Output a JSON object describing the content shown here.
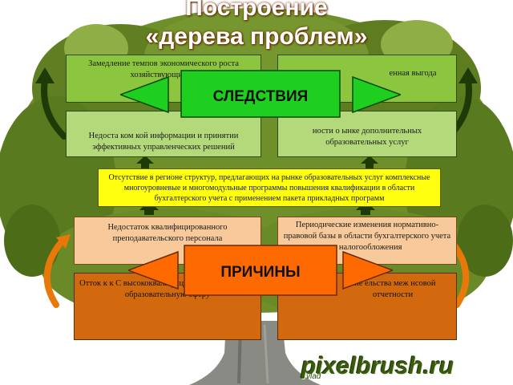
{
  "title": {
    "line1": "Построение",
    "line2": "«дерева проблем»"
  },
  "banners": {
    "consequences": "СЛЕДСТВИЯ",
    "causes": "ПРИЧИНЫ"
  },
  "consequences": {
    "top_left": "Замедление темпов экономического роста хозяйствующих су",
    "top_right": "енная выгода",
    "mid_left": "Недоста ком кой информации и принятии эффективных управленческих решений",
    "mid_right": "ности о ынке дополнительных образовательных услуг"
  },
  "central_problem": "Отсутствие в регионе структур, предлагающих на рынке образовательных услуг комплексные многоуровневые и многомодульные программы повышения квалификации в области бухгалтерского учета с применением пакета прикладных программ",
  "causes": {
    "upper_left": "Недостаток квалифицированного преподавательского персонала",
    "upper_right": "Периодические изменения нормативно-правовой базы в области бухгалтерского учета и налогообложения",
    "lower_left": "Отток к к С высококвалифицированных кадров в образовательную сферу",
    "lower_right": "ние ельства меж нсовой отчетности"
  },
  "watermark": {
    "text": "pixelbrush.ru",
    "signature": "vlad"
  },
  "colors": {
    "consequence_box": "#8cc63e",
    "consequence_box_light": "#b4d97a",
    "central_box": "#ffff10",
    "cause_box_upper": "#f8c99a",
    "cause_box_lower": "#d2690e",
    "banner_green": "#1fcf1f",
    "banner_orange": "#ff6a00",
    "arrow_green": "#1e3a06",
    "arrow_orange": "#e8780a",
    "trunk": "#8a8a84"
  }
}
